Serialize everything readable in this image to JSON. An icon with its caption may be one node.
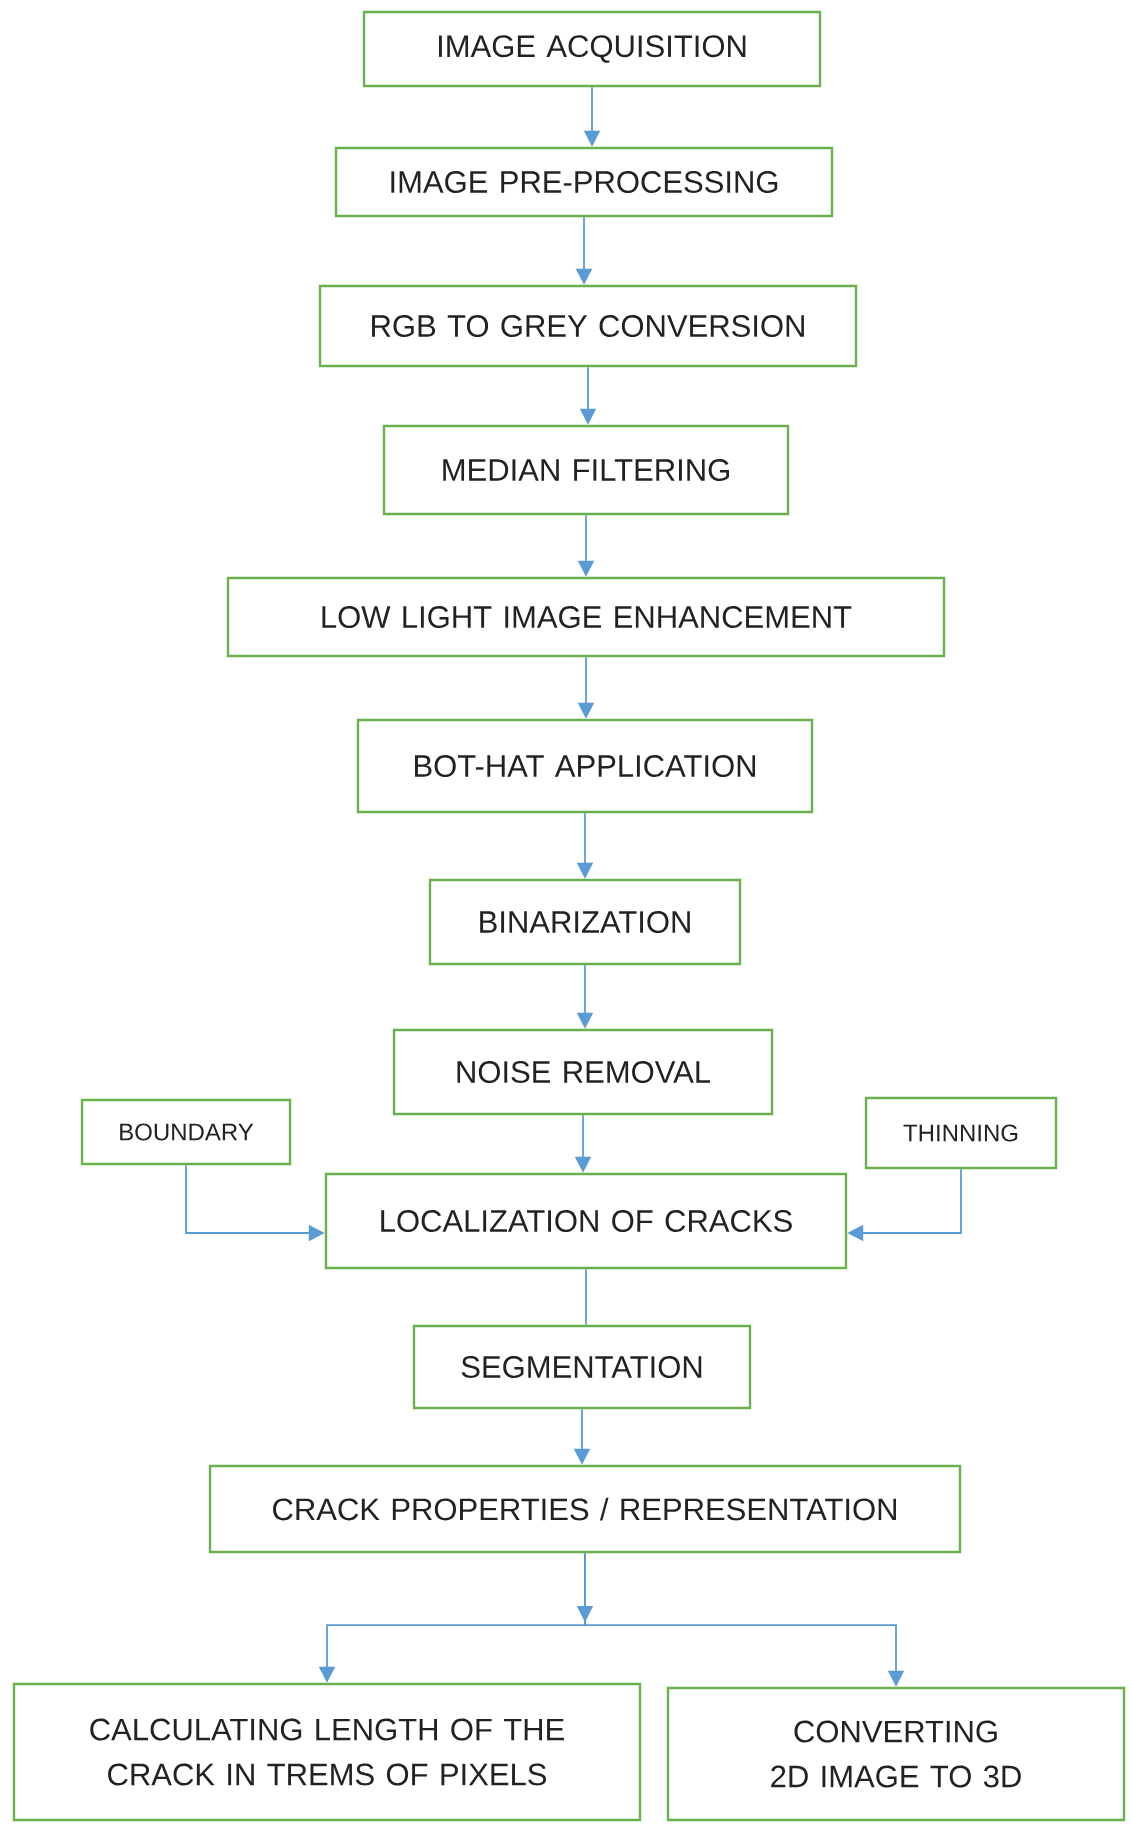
{
  "diagram": {
    "nodes": [
      {
        "text": [
          "IMAGE ACQUISITION"
        ]
      },
      {
        "text": [
          "IMAGE  PRE-PROCESSING"
        ]
      },
      {
        "text": [
          "RGB TO GREY CONVERSION"
        ]
      },
      {
        "text": [
          "MEDIAN FILTERING"
        ]
      },
      {
        "text": [
          "LOW LIGHT IMAGE ENHANCEMENT"
        ]
      },
      {
        "text": [
          "BOT-HAT APPLICATION"
        ]
      },
      {
        "text": [
          "BINARIZATION"
        ]
      },
      {
        "text": [
          "NOISE REMOVAL"
        ]
      },
      {
        "text": [
          "BOUNDARY"
        ]
      },
      {
        "text": [
          "THINNING"
        ]
      },
      {
        "text": [
          "LOCALIZATION OF CRACKS"
        ]
      },
      {
        "text": [
          "SEGMENTATION"
        ]
      },
      {
        "text": [
          "CRACK PROPERTIES / REPRESENTATION"
        ]
      },
      {
        "text": [
          "CALCULATING LENGTH OF THE CRACK IN TREMS OF PIXELS"
        ]
      },
      {
        "text": [
          "CONVERTING 2D IMAGE TO 3D"
        ]
      }
    ],
    "edges": [
      {
        "from": 0,
        "to": 1,
        "arrow": "to"
      },
      {
        "from": 1,
        "to": 2,
        "arrow": "to"
      },
      {
        "from": 2,
        "to": 3,
        "arrow": "to"
      },
      {
        "from": 3,
        "to": 4,
        "arrow": "to"
      },
      {
        "from": 4,
        "to": 5,
        "arrow": "to"
      },
      {
        "from": 5,
        "to": 6,
        "arrow": "to"
      },
      {
        "from": 6,
        "to": 7,
        "arrow": "to"
      },
      {
        "from": 7,
        "to": 10,
        "arrow": "to"
      },
      {
        "from": 8,
        "to": 10,
        "arrow": "to"
      },
      {
        "from": 9,
        "to": 10,
        "arrow": "to"
      },
      {
        "from": 10,
        "to": 11,
        "arrow": "none"
      },
      {
        "from": 11,
        "to": 12,
        "arrow": "to"
      },
      {
        "from": 12,
        "to": 13,
        "arrow": "to"
      },
      {
        "from": 12,
        "to": 14,
        "arrow": "to"
      }
    ]
  }
}
